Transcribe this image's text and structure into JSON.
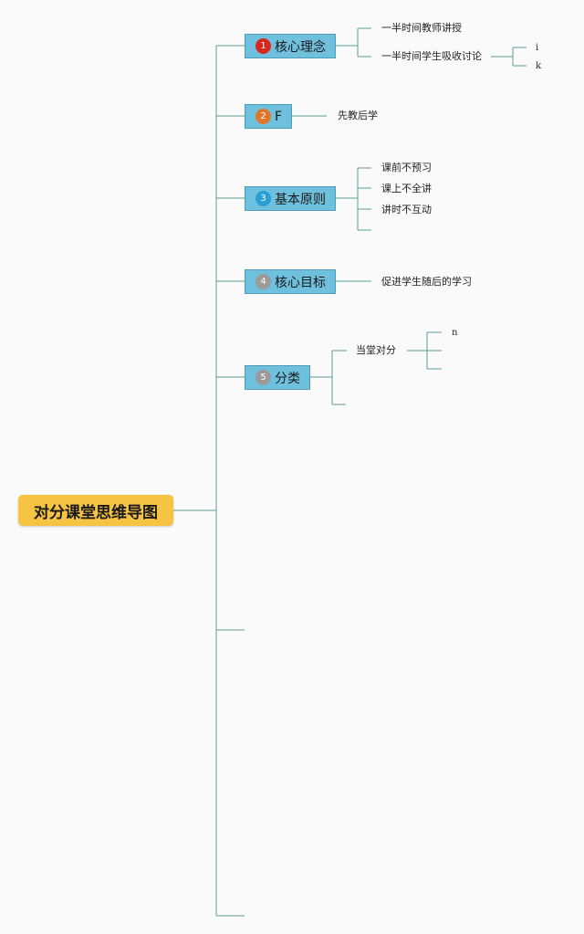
{
  "root": {
    "title": "对分课堂思维导图",
    "color": "#f6c342"
  },
  "line_color": "#5a9e8e",
  "topic_color": "#6ec0dd",
  "topics": [
    {
      "badge": "1",
      "badge_color": "#d9271e",
      "label": "核心理念",
      "children": [
        "一半时间教师讲授",
        "一半时间学生吸收讨论"
      ],
      "grandchildren": [
        "i",
        "k"
      ]
    },
    {
      "badge": "2",
      "badge_color": "#e0762a",
      "label": "F",
      "children": [
        "先教后学"
      ]
    },
    {
      "badge": "3",
      "badge_color": "#2a9fd6",
      "label": "基本原则",
      "children": [
        "课前不预习",
        "课上不全讲",
        "讲时不互动"
      ]
    },
    {
      "badge": "4",
      "badge_color": "#9a9a9a",
      "label": "核心目标",
      "children": [
        "促进学生随后的学习"
      ]
    },
    {
      "badge": "5",
      "badge_color": "#9a9a9a",
      "label": "分类",
      "children": [
        "当堂对分"
      ],
      "grandchildren": [
        "n"
      ]
    }
  ]
}
